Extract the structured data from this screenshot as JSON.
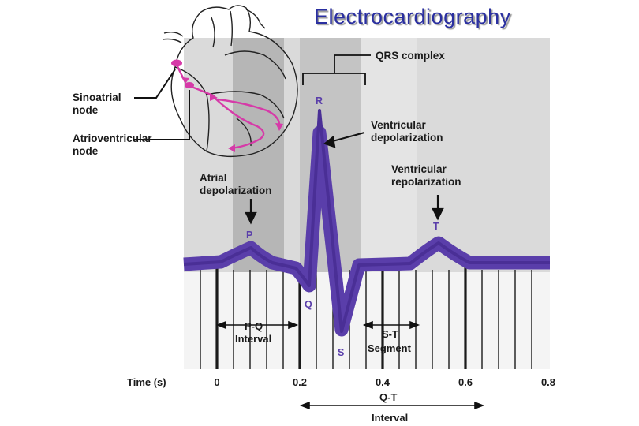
{
  "title": "Electrocardiography",
  "labels": {
    "sa_line1": "Sinoatrial",
    "sa_line2": "node",
    "av_line1": "Atrioventricular",
    "av_line2": "node",
    "atrial_line1": "Atrial",
    "atrial_line2": "depolarization",
    "qrs": "QRS complex",
    "vent_dep_line1": "Ventricular",
    "vent_dep_line2": "depolarization",
    "vent_rep_line1": "Ventricular",
    "vent_rep_line2": "repolarization",
    "wave_p": "P",
    "wave_q": "Q",
    "wave_r": "R",
    "wave_s": "S",
    "wave_t": "T",
    "pq_line1": "P-Q",
    "pq_line2": "Interval",
    "st_line1": "S-T",
    "st_line2": "Segment",
    "qt_line1": "Q-T",
    "qt_line2": "Interval"
  },
  "time_axis": {
    "label": "Time (s)",
    "ticks": [
      "0",
      "0.2",
      "0.4",
      "0.6",
      "0.8"
    ]
  },
  "colors": {
    "title": "#2a2fa0",
    "trace": "#5a3eaa",
    "conduction": "#d63aa8",
    "panel": "#d9d9d9",
    "band": "#b4b4b4",
    "grid": "#1a1a1a"
  }
}
